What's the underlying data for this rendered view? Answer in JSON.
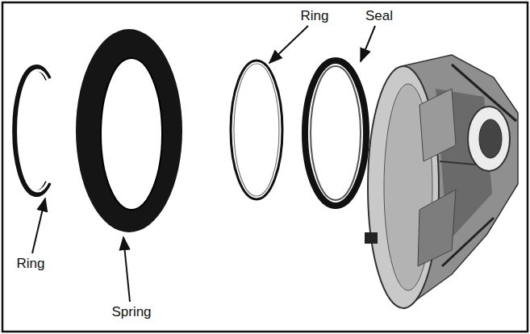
{
  "diagram": {
    "labels": [
      "Ring",
      "Spring",
      "Ring",
      "Seal"
    ]
  }
}
